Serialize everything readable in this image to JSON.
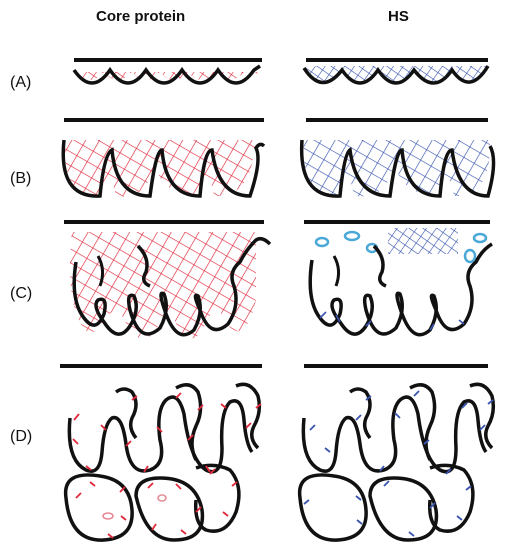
{
  "columns": {
    "left": "Core protein",
    "right": "HS"
  },
  "rows": [
    "(A)",
    "(B)",
    "(C)",
    "(D)"
  ],
  "colors": {
    "core_protein": "#e0283a",
    "hs": "#3a55b0",
    "hs_light": "#4aa8d8",
    "outline": "#111111"
  }
}
